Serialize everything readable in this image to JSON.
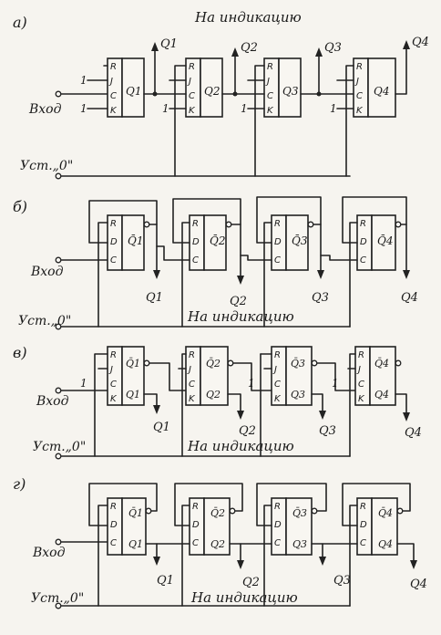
{
  "sections": [
    {
      "id": "a",
      "label": "а)",
      "input_label": "Вход",
      "reset_label": "Уст.„0\"",
      "indication_label": "На индикацию",
      "one_label": "1",
      "cells": [
        {
          "pins": [
            "R",
            "J",
            "C",
            "K"
          ],
          "out": "Q1",
          "tap": "Q1"
        },
        {
          "pins": [
            "R",
            "J",
            "C",
            "K"
          ],
          "out": "Q2",
          "tap": "Q2"
        },
        {
          "pins": [
            "R",
            "J",
            "C",
            "K"
          ],
          "out": "Q3",
          "tap": "Q3"
        },
        {
          "pins": [
            "R",
            "J",
            "C",
            "K"
          ],
          "out": "Q4",
          "tap": "Q4"
        }
      ]
    },
    {
      "id": "b",
      "label": "б)",
      "input_label": "Вход",
      "reset_label": "Уст.„0\"",
      "indication_label": "На индикацию",
      "cells": [
        {
          "pins": [
            "R",
            "D",
            "C"
          ],
          "out": "Q̄1",
          "tap": "Q1"
        },
        {
          "pins": [
            "R",
            "D",
            "C"
          ],
          "out": "Q̄2",
          "tap": "Q2"
        },
        {
          "pins": [
            "R",
            "D",
            "C"
          ],
          "out": "Q̄3",
          "tap": "Q3"
        },
        {
          "pins": [
            "R",
            "D",
            "C"
          ],
          "out": "Q̄4",
          "tap": "Q4"
        }
      ]
    },
    {
      "id": "v",
      "label": "в)",
      "input_label": "Вход",
      "reset_label": "Уст.„0\"",
      "indication_label": "На индикацию",
      "one_label": "1",
      "cells": [
        {
          "pins": [
            "R",
            "J",
            "C",
            "K"
          ],
          "out": "Q̄1",
          "out2": "Q1",
          "tap": "Q1"
        },
        {
          "pins": [
            "R",
            "J",
            "C",
            "K"
          ],
          "out": "Q̄2",
          "out2": "Q2",
          "tap": "Q2"
        },
        {
          "pins": [
            "R",
            "J",
            "C",
            "K"
          ],
          "out": "Q̄3",
          "out2": "Q3",
          "tap": "Q3"
        },
        {
          "pins": [
            "R",
            "J",
            "C",
            "K"
          ],
          "out": "Q̄4",
          "out2": "Q4",
          "tap": "Q4"
        }
      ]
    },
    {
      "id": "g",
      "label": "г)",
      "input_label": "Вход",
      "reset_label": "Уст.„0\"",
      "indication_label": "На индикацию",
      "cells": [
        {
          "pins": [
            "R",
            "D",
            "C"
          ],
          "out": "Q̄1",
          "out2": "Q1",
          "tap": "Q1"
        },
        {
          "pins": [
            "R",
            "D",
            "C"
          ],
          "out": "Q̄2",
          "out2": "Q2",
          "tap": "Q2"
        },
        {
          "pins": [
            "R",
            "D",
            "C"
          ],
          "out": "Q̄3",
          "out2": "Q3",
          "tap": "Q3"
        },
        {
          "pins": [
            "R",
            "D",
            "C"
          ],
          "out": "Q̄4",
          "out2": "Q4",
          "tap": "Q4"
        }
      ]
    }
  ]
}
